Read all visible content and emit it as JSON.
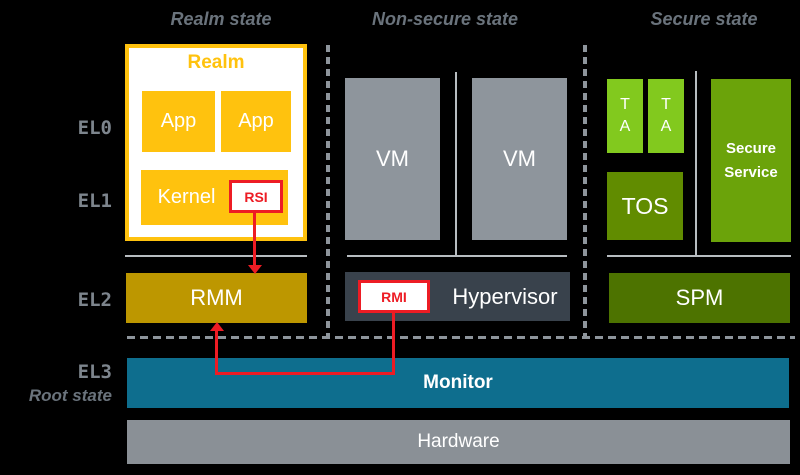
{
  "colors": {
    "background": "#000000",
    "white": "#ffffff",
    "yellow": "#ffc20e",
    "gold": "#bd9700",
    "vm_gray": "#8e959c",
    "hypervisor_slate": "#39424c",
    "ta_green": "#82c91e",
    "service_green": "#6ba30a",
    "tos_green": "#618c00",
    "spm_green": "#4d7300",
    "monitor_teal": "#0e6e8e",
    "hardware_gray": "#8a9096",
    "red": "#ed1c24",
    "label_gray": "#7d858d",
    "header_gray": "#6a737c",
    "line_gray": "#b7bcc0",
    "dash_gray": "#8e959c"
  },
  "headers": {
    "realm_state": "Realm state",
    "non_secure_state": "Non-secure state",
    "secure_state": "Secure state"
  },
  "el_labels": {
    "el0": "EL0",
    "el1": "EL1",
    "el2": "EL2",
    "el3": "EL3",
    "root_state": "Root state"
  },
  "realm_column": {
    "realm_title": "Realm",
    "app1": "App",
    "app2": "App",
    "kernel": "Kernel",
    "rsi": "RSI",
    "rmm": "RMM"
  },
  "non_secure_column": {
    "vm1": "VM",
    "vm2": "VM",
    "rmi": "RMI",
    "hypervisor": "Hypervisor"
  },
  "secure_column": {
    "ta1": {
      "line1": "T",
      "line2": "A"
    },
    "ta2": {
      "line1": "T",
      "line2": "A"
    },
    "tos": "TOS",
    "secure_service": "Secure Service",
    "spm": "SPM"
  },
  "root_row": {
    "monitor": "Monitor",
    "hardware": "Hardware"
  }
}
